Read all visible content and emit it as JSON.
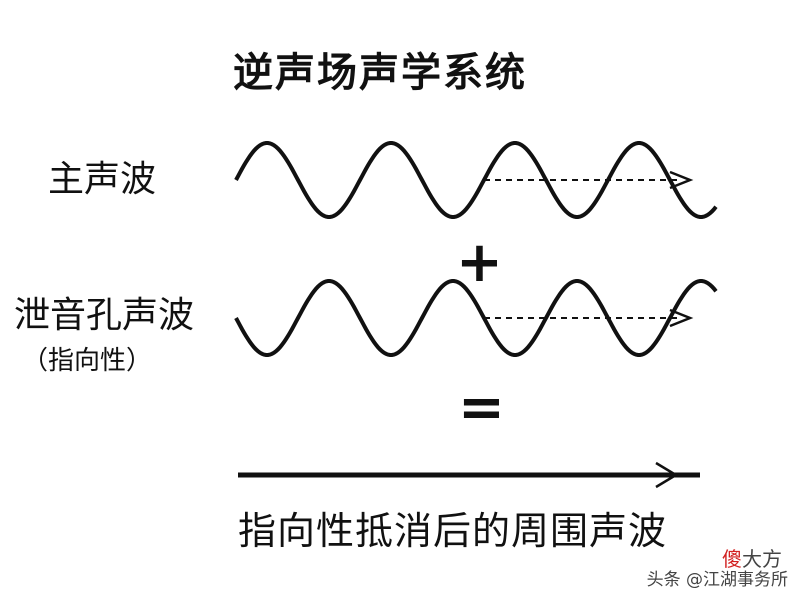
{
  "title": "逆声场声学系统",
  "labels": {
    "main_wave": "主声波",
    "leak_wave": "泄音孔声波",
    "directivity": "（指向性）",
    "result": "指向性抵消后的周围声波"
  },
  "operators": {
    "plus": "+",
    "equals": "="
  },
  "watermark": {
    "text": "头条 @江湖事务所",
    "brand_red": "傻",
    "brand_rest": "大方"
  },
  "colors": {
    "ink": "#111111",
    "background": "#ffffff"
  }
}
